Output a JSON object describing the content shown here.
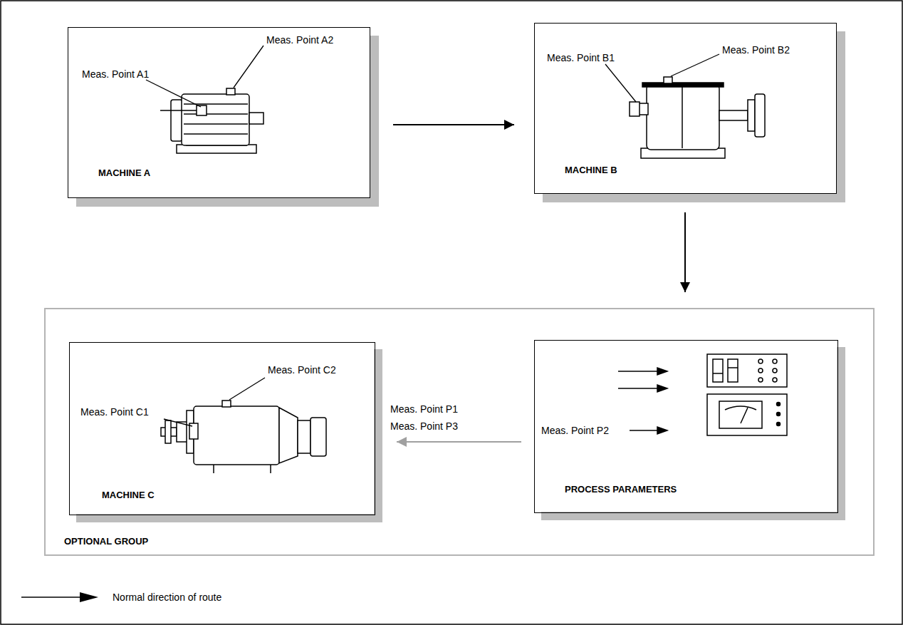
{
  "diagram": {
    "nodes": [
      {
        "text": [
          "MACHINE A"
        ]
      },
      {
        "text": [
          "MACHINE B"
        ]
      },
      {
        "text": [
          "OPTIONAL GROUP"
        ]
      },
      {
        "text": [
          "MACHINE C"
        ],
        "in": 2
      },
      {
        "text": [
          "PROCESS PARAMETERS"
        ],
        "in": 2
      }
    ],
    "edges": [
      {
        "from": 0,
        "to": 1,
        "arrow": "to"
      },
      {
        "from": 1,
        "to": 2,
        "arrow": "to"
      },
      {
        "from": 4,
        "to": 3,
        "arrow": "to"
      }
    ],
    "labels": [
      "Meas. Point A1",
      "Meas. Point A2",
      "Meas. Point B1",
      "Meas. Point B2",
      "Meas. Point C1",
      "Meas. Point C2",
      "Meas. Point P1",
      "Meas. Point P3",
      "Meas. Point P2"
    ],
    "legend": [
      {
        "text": "Normal direction of route"
      }
    ]
  }
}
